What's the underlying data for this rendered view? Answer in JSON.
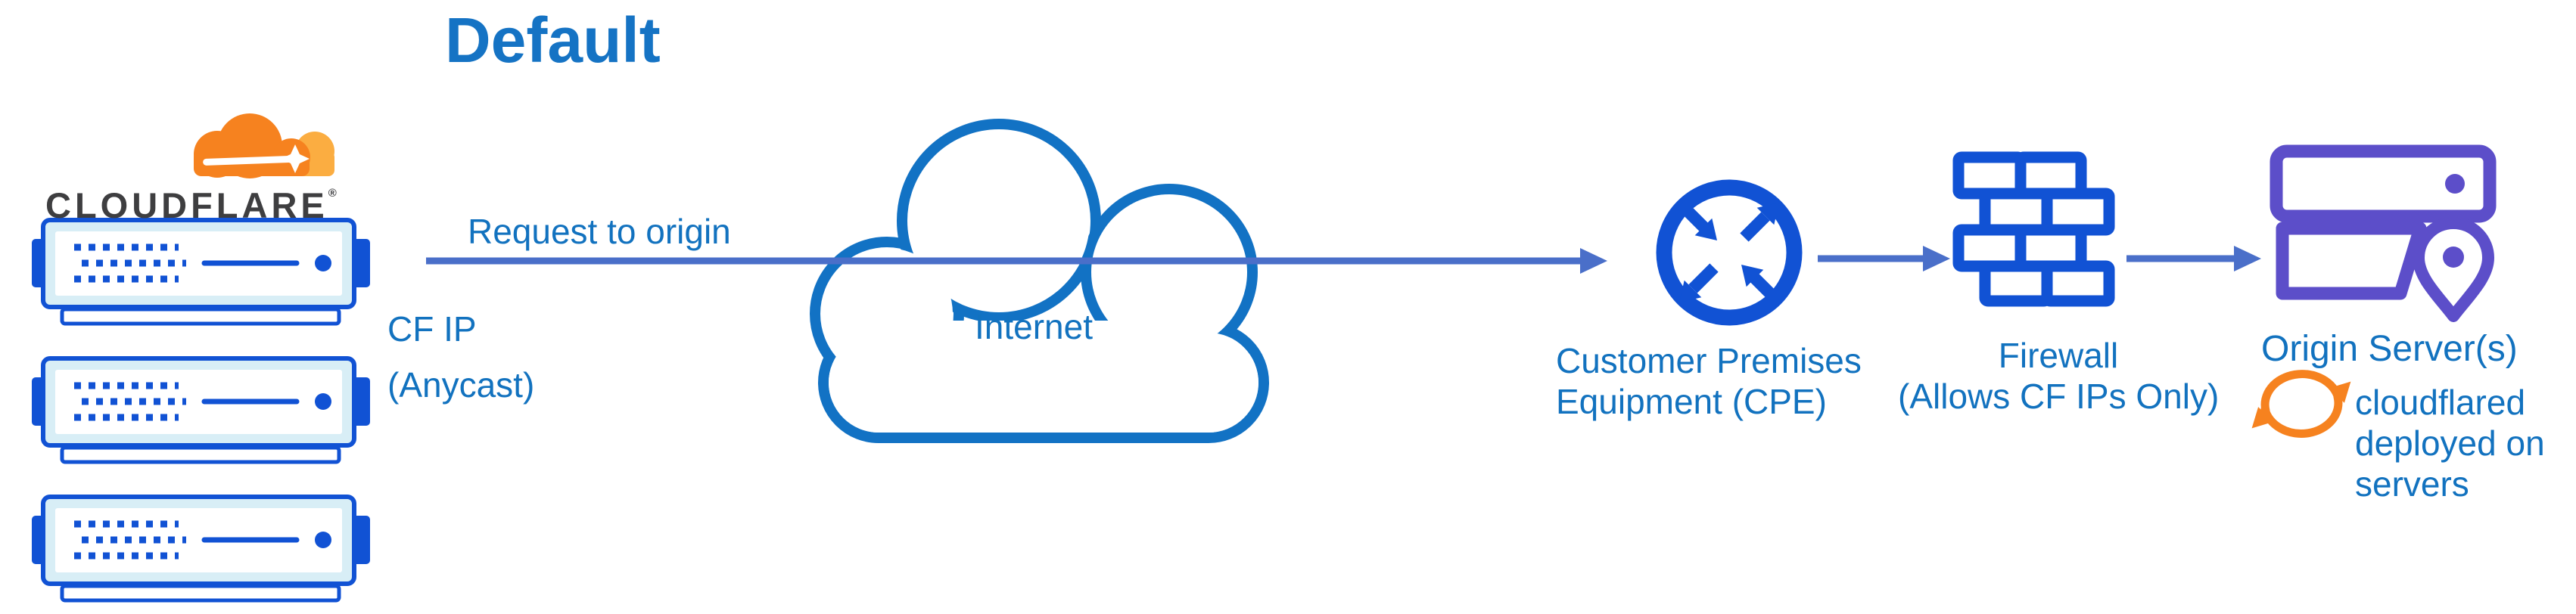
{
  "title": "Default",
  "logo": {
    "wordmark": "CLOUDFLARE",
    "registered_mark": "®"
  },
  "labels": {
    "request": "Request to origin",
    "cf_ip_line1": "CF IP",
    "cf_ip_line2": "(Anycast)",
    "internet": "Internet",
    "cpe_line1": "Customer Premises",
    "cpe_line2": "Equipment (CPE)",
    "firewall_line1": "Firewall",
    "firewall_line2": "(Allows CF IPs Only)",
    "origin": "Origin Server(s)",
    "cloudflared_line1": "cloudflared",
    "cloudflared_line2": "deployed on",
    "cloudflared_line3": "servers"
  },
  "icons": {
    "logo": "cloudflare-logo",
    "edge_servers": "server-stack-icon",
    "internet": "cloud-icon",
    "cpe": "router-arrows-icon",
    "firewall": "brick-wall-icon",
    "origin": "server-location-icon",
    "cloudflared": "sync-arrows-icon"
  },
  "colors": {
    "text_blue": "#1272BF",
    "title_blue": "#1573C4",
    "icon_blue": "#1152D4",
    "connector_blue": "#4A6FC9",
    "cloud_outline_blue": "#1272C4",
    "server_fill_light": "#D8EEF6",
    "origin_purple": "#5C4EC9",
    "brand_orange": "#F6821F",
    "brand_orange_light": "#FBAD41",
    "wordmark_dark": "#3E3E40"
  }
}
